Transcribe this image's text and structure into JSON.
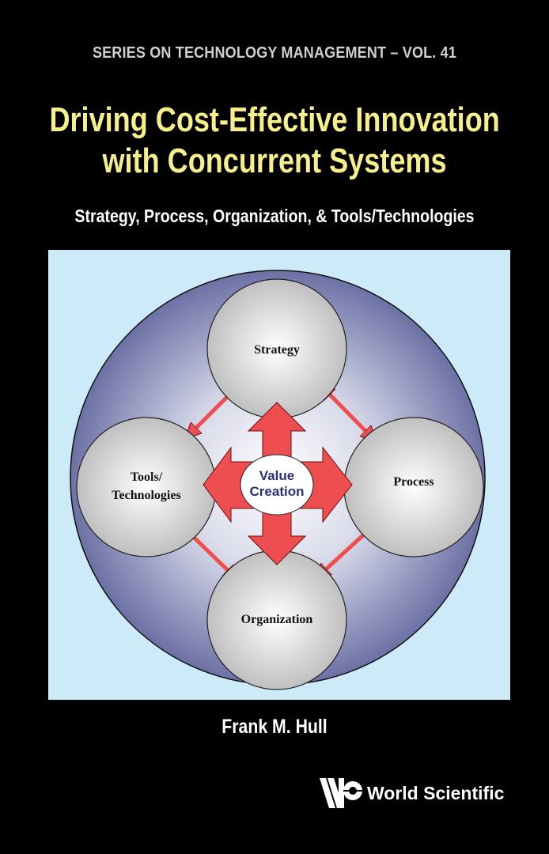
{
  "cover": {
    "series": "SERIES ON TECHNOLOGY MANAGEMENT – VOL. 41",
    "title_line1": "Driving Cost-Effective Innovation",
    "title_line2": "with Concurrent Systems",
    "subtitle": "Strategy, Process, Organization, & Tools/Technologies",
    "author": "Frank M. Hull",
    "publisher": "World Scientific"
  },
  "diagram": {
    "center_line1": "Value",
    "center_line2": "Creation",
    "nodes": {
      "top": "Strategy",
      "right": "Process",
      "bottom": "Organization",
      "left_line1": "Tools/",
      "left_line2": "Technologies"
    }
  },
  "colors": {
    "title": "#f7ef8a",
    "diagram_bg": "#cdeaf8",
    "outer_circle": "#6e73a6",
    "arrow": "#ee4e50",
    "center_text": "#2a2f7a"
  }
}
